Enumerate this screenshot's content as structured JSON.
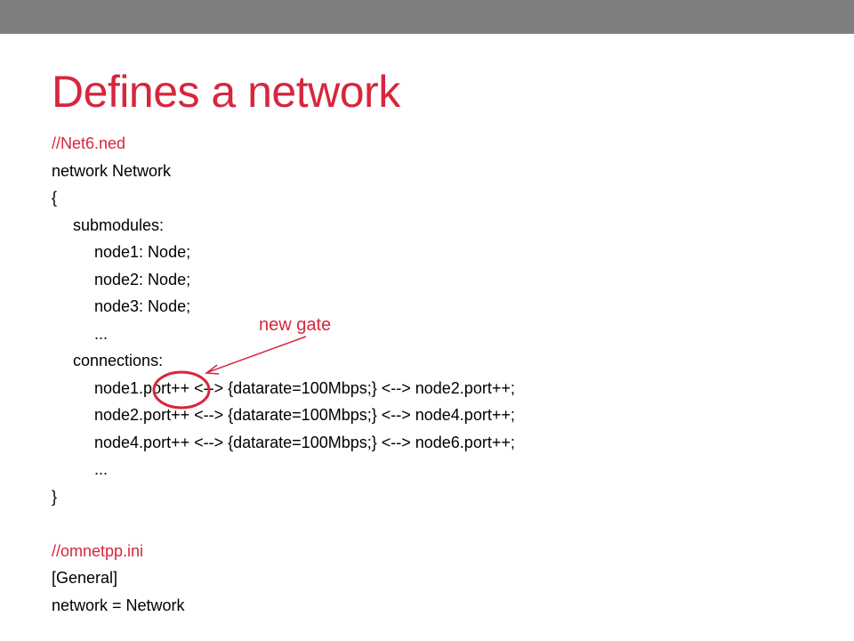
{
  "slide": {
    "title": "Defines a network",
    "colors": {
      "accent": "#d7263d",
      "top_bar": "#7f7f7f",
      "text": "#000000"
    },
    "code_lines": [
      {
        "text": "//Net6.ned",
        "indent": 0,
        "comment": true
      },
      {
        "text": "network Network",
        "indent": 0,
        "comment": false
      },
      {
        "text": "{",
        "indent": 0,
        "comment": false
      },
      {
        "text": "submodules:",
        "indent": 1,
        "comment": false
      },
      {
        "text": "node1: Node;",
        "indent": 2,
        "comment": false
      },
      {
        "text": "node2: Node;",
        "indent": 2,
        "comment": false
      },
      {
        "text": "node3: Node;",
        "indent": 2,
        "comment": false
      },
      {
        "text": "...",
        "indent": 2,
        "comment": false
      },
      {
        "text": "connections:",
        "indent": 1,
        "comment": false
      },
      {
        "text": "node1.port++ <--> {datarate=100Mbps;} <--> node2.port++;",
        "indent": 2,
        "comment": false
      },
      {
        "text": "node2.port++ <--> {datarate=100Mbps;} <--> node4.port++;",
        "indent": 2,
        "comment": false
      },
      {
        "text": "node4.port++ <--> {datarate=100Mbps;} <--> node6.port++;",
        "indent": 2,
        "comment": false
      },
      {
        "text": "...",
        "indent": 2,
        "comment": false
      },
      {
        "text": "}",
        "indent": 0,
        "comment": false
      },
      {
        "text": "",
        "indent": 0,
        "comment": false
      },
      {
        "text": "//omnetpp.ini",
        "indent": 0,
        "comment": true
      },
      {
        "text": "[General]",
        "indent": 0,
        "comment": false
      },
      {
        "text": "network = Network",
        "indent": 0,
        "comment": false
      }
    ],
    "annotation": {
      "label": "new gate",
      "icon": "arrow-icon",
      "highlight": "ellipse-highlight"
    }
  }
}
